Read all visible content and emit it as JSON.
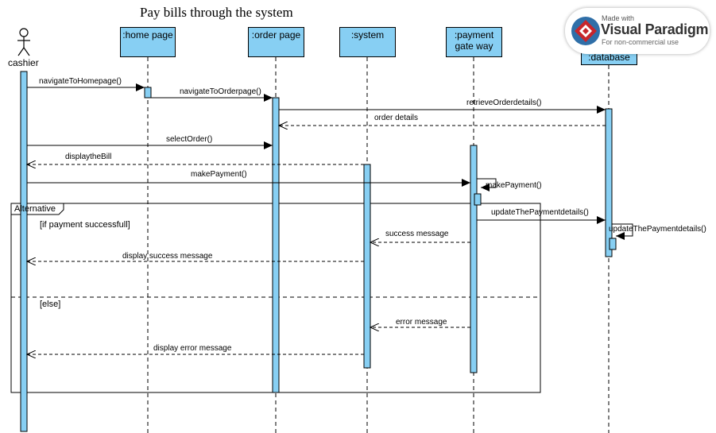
{
  "diagram": {
    "title": "Pay bills through the system",
    "actor": {
      "label": "cashier"
    },
    "lifelines": [
      {
        "id": "home",
        "lines": [
          ":home page"
        ]
      },
      {
        "id": "order",
        "lines": [
          ":order page"
        ]
      },
      {
        "id": "system",
        "lines": [
          ":system"
        ]
      },
      {
        "id": "payment",
        "lines": [
          ":payment",
          "gate way"
        ]
      },
      {
        "id": "database",
        "lines": [
          ":database"
        ]
      }
    ],
    "messages": [
      {
        "label": "navigateToHomepage()",
        "kind": "sync"
      },
      {
        "label": "navigateToOrderpage()",
        "kind": "sync"
      },
      {
        "label": "retrieveOrderdetails()",
        "kind": "sync"
      },
      {
        "label": "order details",
        "kind": "return"
      },
      {
        "label": "selectOrder()",
        "kind": "sync"
      },
      {
        "label": "displaytheBill",
        "kind": "return"
      },
      {
        "label": "makePayment()",
        "kind": "sync"
      },
      {
        "label": "makePayment()",
        "kind": "self"
      },
      {
        "label": "updateThePaymentdetails()",
        "kind": "sync"
      },
      {
        "label": "updateThePaymentdetails()",
        "kind": "self"
      },
      {
        "label": "success message",
        "kind": "return"
      },
      {
        "label": "display success message",
        "kind": "return"
      },
      {
        "label": "error message",
        "kind": "return"
      },
      {
        "label": "display error message",
        "kind": "return"
      }
    ],
    "fragment": {
      "label": "Alternative",
      "guards": [
        "[if payment successfull]",
        "[else]"
      ]
    },
    "colors": {
      "lifeline_fill": "#87cff3",
      "line": "#000000"
    }
  },
  "watermark": {
    "small": "Made with",
    "brand": "Visual Paradigm",
    "sub": "For non-commercial use"
  }
}
